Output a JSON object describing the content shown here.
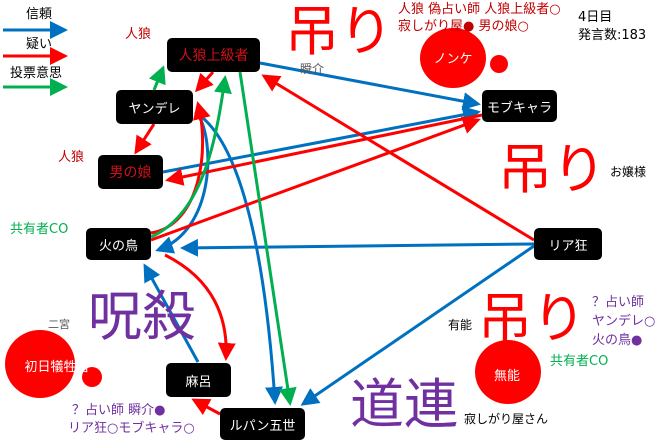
{
  "legend": {
    "trust": "信頼",
    "doubt": "疑い",
    "vote": "投票意思"
  },
  "colors": {
    "trust": "#0070c0",
    "doubt": "#ff0000",
    "vote": "#00b050",
    "judged": "#7030a0"
  },
  "info": {
    "day": "4日目",
    "posts": "発言数:183"
  },
  "nodes": {
    "jinro_joukyu": "人狼上級者",
    "yandere": "ヤンデレ",
    "otokonoko": "男の娘",
    "hinotori": "火の鳥",
    "mob": "モブキャラ",
    "riakyo": "リア狂",
    "maro": "麻呂",
    "lupin": "ルパン五世",
    "shonichi": "初日犠牲者",
    "nonke": "ノンケ",
    "munou": "無能"
  },
  "labels": {
    "wolf1": "人狼",
    "wolf2": "人狼",
    "kyouyu1": "共有者CO",
    "kyouyu2": "共有者CO",
    "seer_fake_1": "人狼 偽占い師 人狼上級者○",
    "seer_fake_2": "寂しがり屋● 男の娘○",
    "seer_q1_1": "？占い師",
    "seer_q1_2": "ヤンデレ○",
    "seer_q1_3": "火の鳥●",
    "seer_q2_1": "？占い師 瞬介●",
    "seer_q2_2": "リア狂○モブキャラ○"
  },
  "fates": {
    "hang1": "吊り",
    "hang2": "吊り",
    "hang3": "吊り",
    "curse": "呪殺",
    "michizure": "道連",
    "under_hang1": "瞬介",
    "under_hang2": "お嬢様",
    "under_hang3": "有能",
    "under_curse": "二宮",
    "under_michizure": "寂しがり屋さん"
  }
}
